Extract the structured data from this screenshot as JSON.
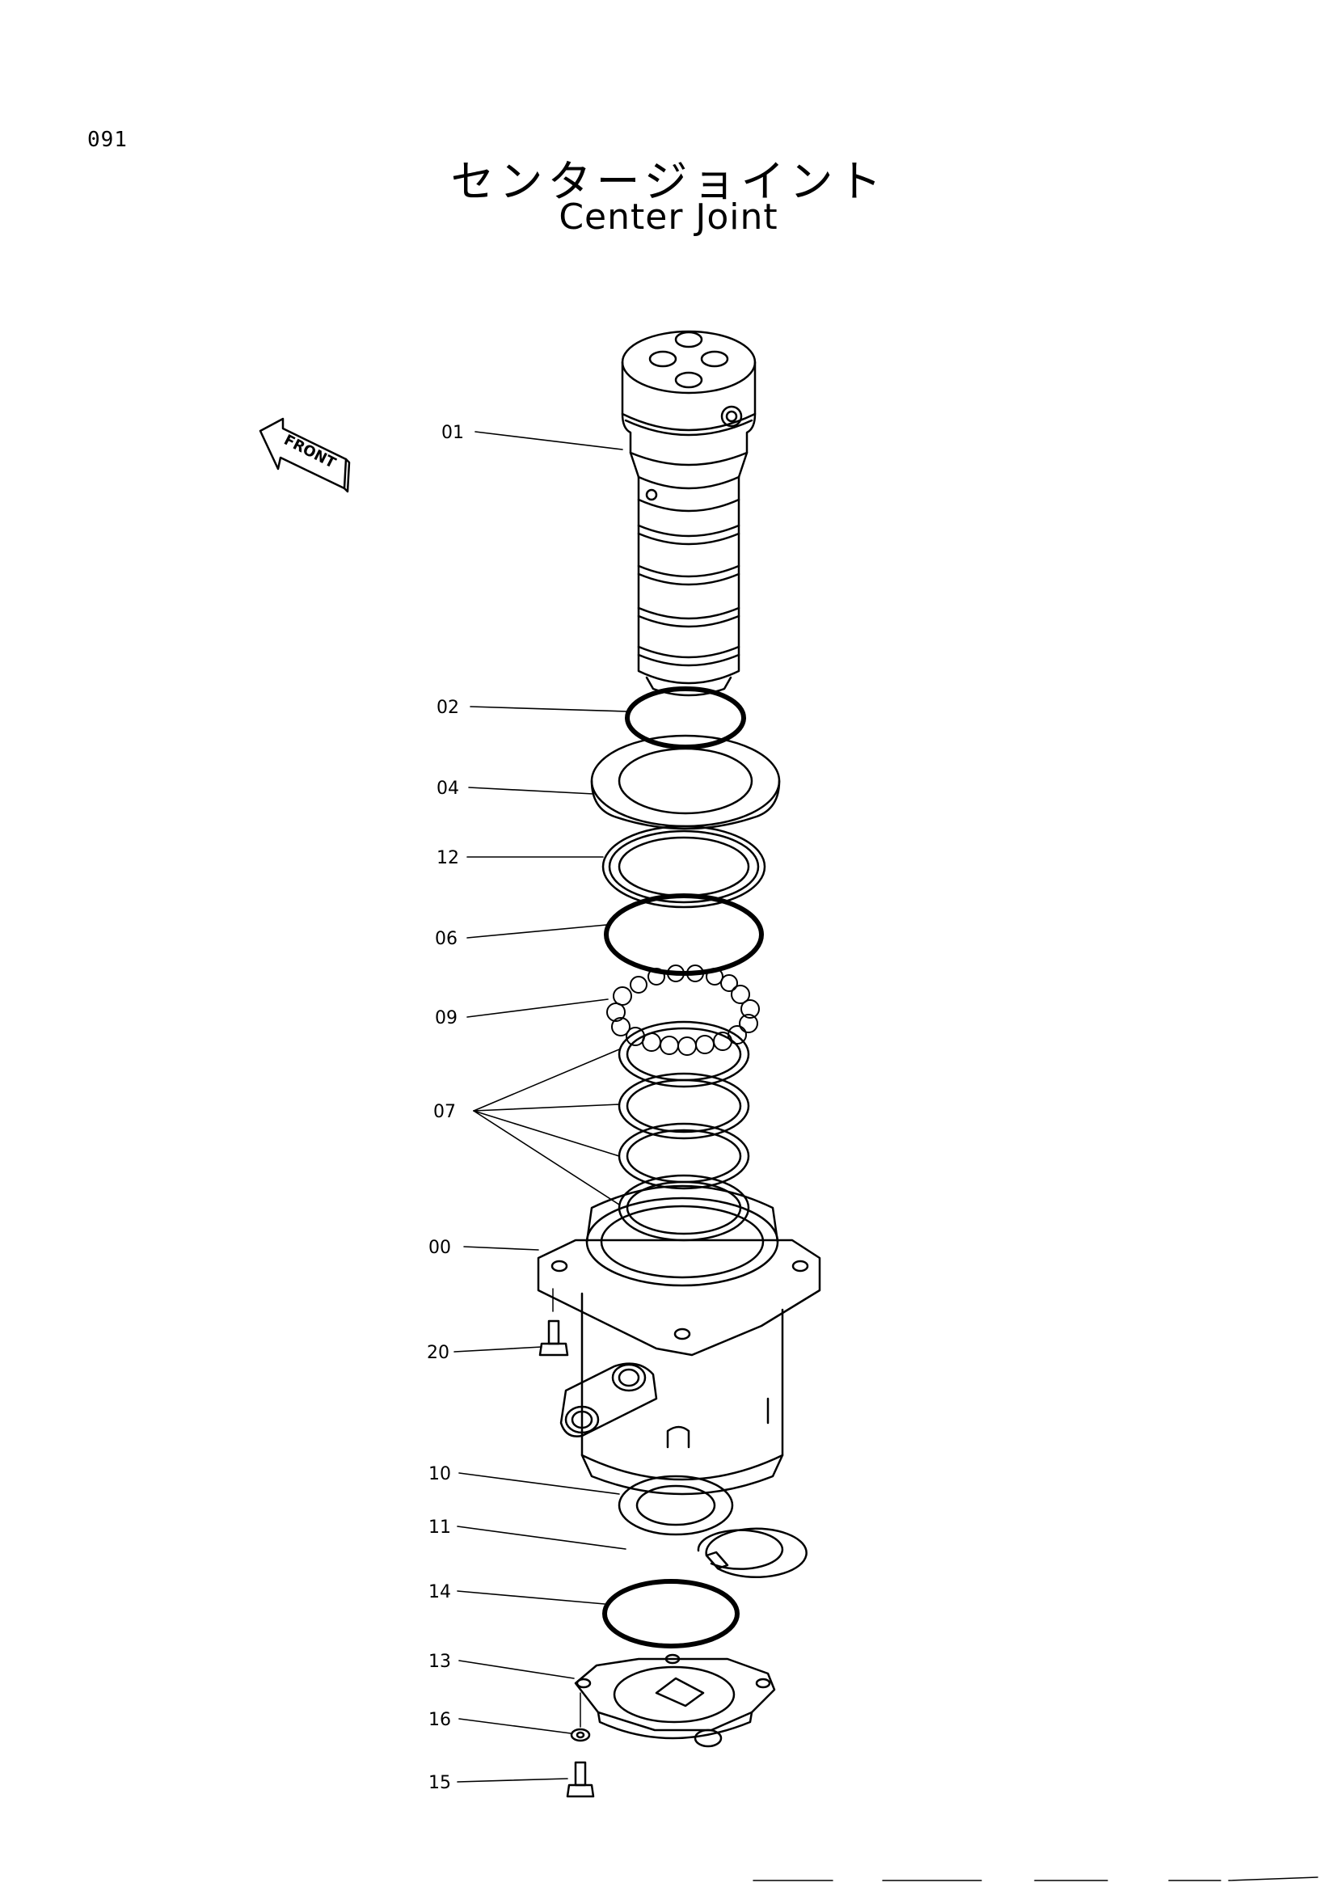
{
  "page_number": "091",
  "title_ja": "センタージョイント",
  "title_en": "Center Joint",
  "front_label": "FRONT",
  "parts": [
    {
      "id": "01"
    },
    {
      "id": "02"
    },
    {
      "id": "04"
    },
    {
      "id": "12"
    },
    {
      "id": "06"
    },
    {
      "id": "09"
    },
    {
      "id": "07"
    },
    {
      "id": "00"
    },
    {
      "id": "20"
    },
    {
      "id": "10"
    },
    {
      "id": "11"
    },
    {
      "id": "14"
    },
    {
      "id": "13"
    },
    {
      "id": "16"
    },
    {
      "id": "15"
    }
  ]
}
